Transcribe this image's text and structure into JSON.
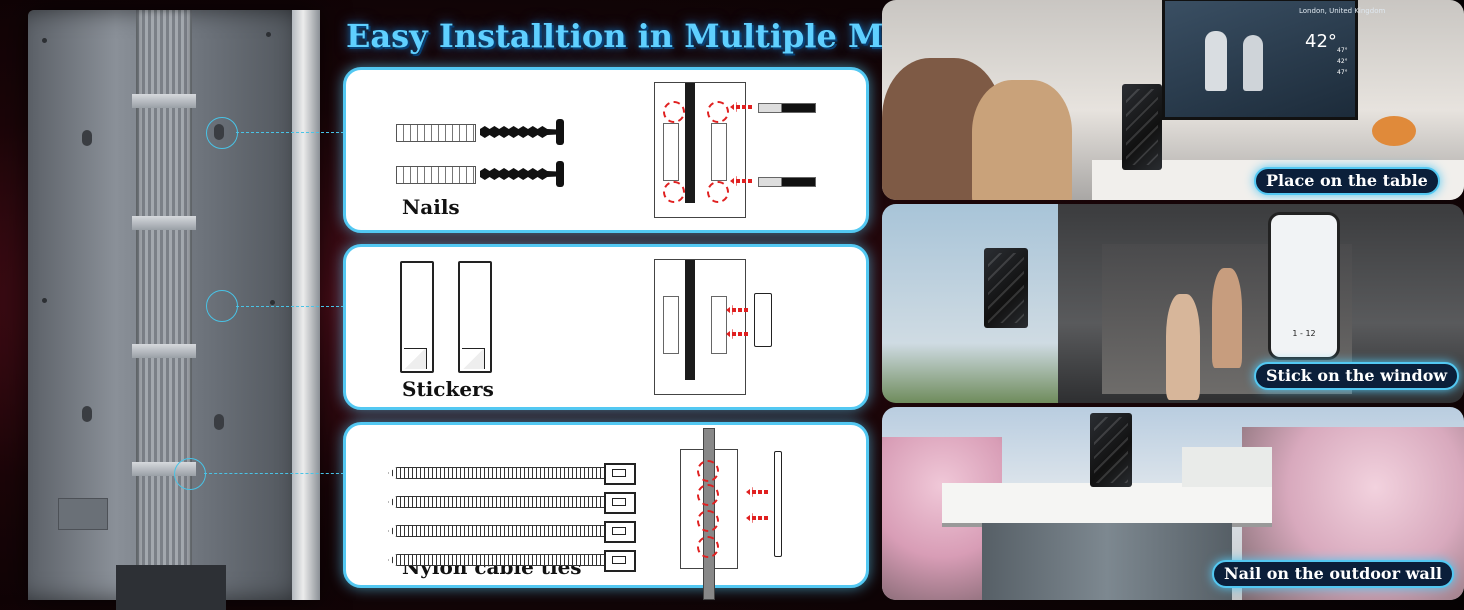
{
  "title": "Easy Installtion in Multiple Methods in Outdoor/Indoor",
  "methods": [
    {
      "label": "Nails"
    },
    {
      "label": "Stickers"
    },
    {
      "label": "Nylon cable ties"
    }
  ],
  "photos": [
    {
      "badge": "Place on the table",
      "tv_location": "London, United Kingdom",
      "tv_temp": "42°",
      "tv_side_temps": [
        "47°",
        "42°",
        "47°"
      ]
    },
    {
      "badge": "Stick on the window",
      "phone_counter": "1 - 12"
    },
    {
      "badge": "Nail on the outdoor wall"
    }
  ],
  "colors": {
    "accent": "#53c8f2",
    "title": "#5fd0ff",
    "highlight_red": "#e02020",
    "background": "#1b0508"
  }
}
